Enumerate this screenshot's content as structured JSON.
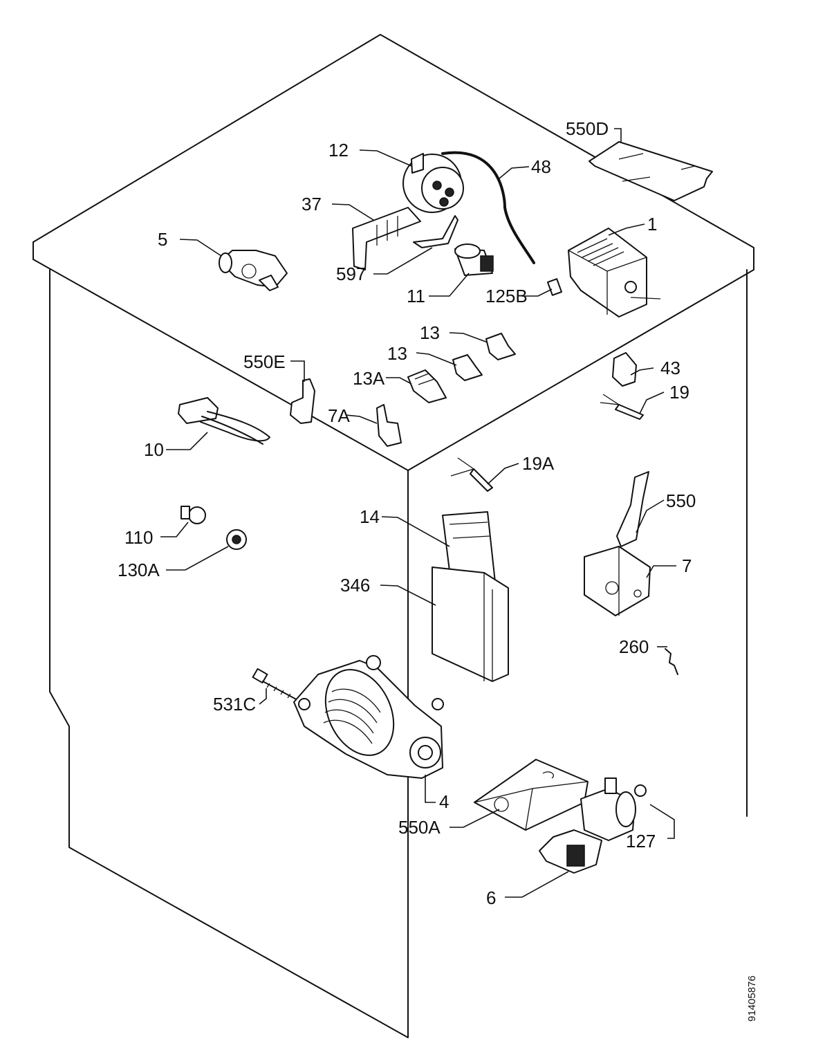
{
  "diagram": {
    "document_number": "91405876",
    "parts": [
      {
        "id": "p1",
        "label": "1"
      },
      {
        "id": "p4",
        "label": "4"
      },
      {
        "id": "p5",
        "label": "5"
      },
      {
        "id": "p6",
        "label": "6"
      },
      {
        "id": "p7",
        "label": "7"
      },
      {
        "id": "p7a",
        "label": "7A"
      },
      {
        "id": "p10",
        "label": "10"
      },
      {
        "id": "p11",
        "label": "11"
      },
      {
        "id": "p12",
        "label": "12"
      },
      {
        "id": "p13a",
        "label": "13"
      },
      {
        "id": "p13b",
        "label": "13"
      },
      {
        "id": "p13c",
        "label": "13A"
      },
      {
        "id": "p14",
        "label": "14"
      },
      {
        "id": "p19",
        "label": "19"
      },
      {
        "id": "p19a",
        "label": "19A"
      },
      {
        "id": "p37",
        "label": "37"
      },
      {
        "id": "p43",
        "label": "43"
      },
      {
        "id": "p48",
        "label": "48"
      },
      {
        "id": "p110",
        "label": "110"
      },
      {
        "id": "p125b",
        "label": "125B"
      },
      {
        "id": "p127",
        "label": "127"
      },
      {
        "id": "p130a",
        "label": "130A"
      },
      {
        "id": "p260",
        "label": "260"
      },
      {
        "id": "p346",
        "label": "346"
      },
      {
        "id": "p531c",
        "label": "531C"
      },
      {
        "id": "p550",
        "label": "550"
      },
      {
        "id": "p550a",
        "label": "550A"
      },
      {
        "id": "p550d",
        "label": "550D"
      },
      {
        "id": "p550e",
        "label": "550E"
      },
      {
        "id": "p597",
        "label": "597"
      }
    ]
  }
}
